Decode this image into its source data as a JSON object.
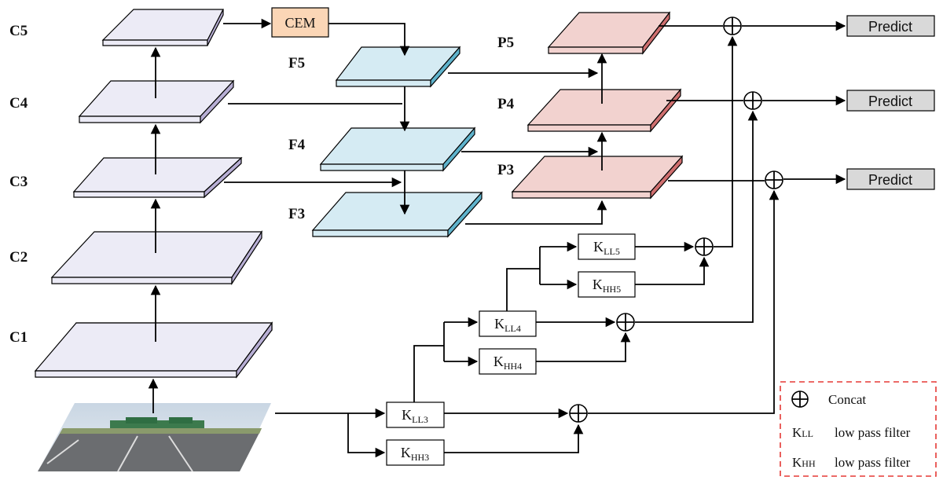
{
  "backbone": {
    "labels": [
      "C5",
      "C4",
      "C3",
      "C2",
      "C1"
    ]
  },
  "pyramid": {
    "f_labels": [
      "F5",
      "F4",
      "F3"
    ],
    "p_labels": [
      "P5",
      "P4",
      "P3"
    ]
  },
  "cem": {
    "label": "CEM"
  },
  "predict": {
    "labels": [
      "Predict",
      "Predict",
      "Predict"
    ]
  },
  "filters": {
    "kll5": {
      "main": "K",
      "sub": "LL5"
    },
    "khh5": {
      "main": "K",
      "sub": "HH5"
    },
    "kll4": {
      "main": "K",
      "sub": "LL4"
    },
    "khh4": {
      "main": "K",
      "sub": "HH4"
    },
    "kll3": {
      "main": "K",
      "sub": "LL3"
    },
    "khh3": {
      "main": "K",
      "sub": "HH3"
    }
  },
  "legend": {
    "concat": "Concat",
    "kll_main": "K",
    "kll_sub": "LL",
    "kll_desc": "low pass filter",
    "khh_main": "K",
    "khh_sub": "HH",
    "khh_desc": "low pass filter"
  },
  "colors": {
    "backbone_top": "#ecebf6",
    "backbone_side": "#b7aed4",
    "f_top": "#d5ebf3",
    "f_side": "#5fb3cc",
    "p_top": "#f2d2cf",
    "p_side": "#cf6f6f",
    "cem_fill": "#fbd6b6",
    "predict_fill": "#d9d9d9",
    "legend_border": "#e53935"
  }
}
